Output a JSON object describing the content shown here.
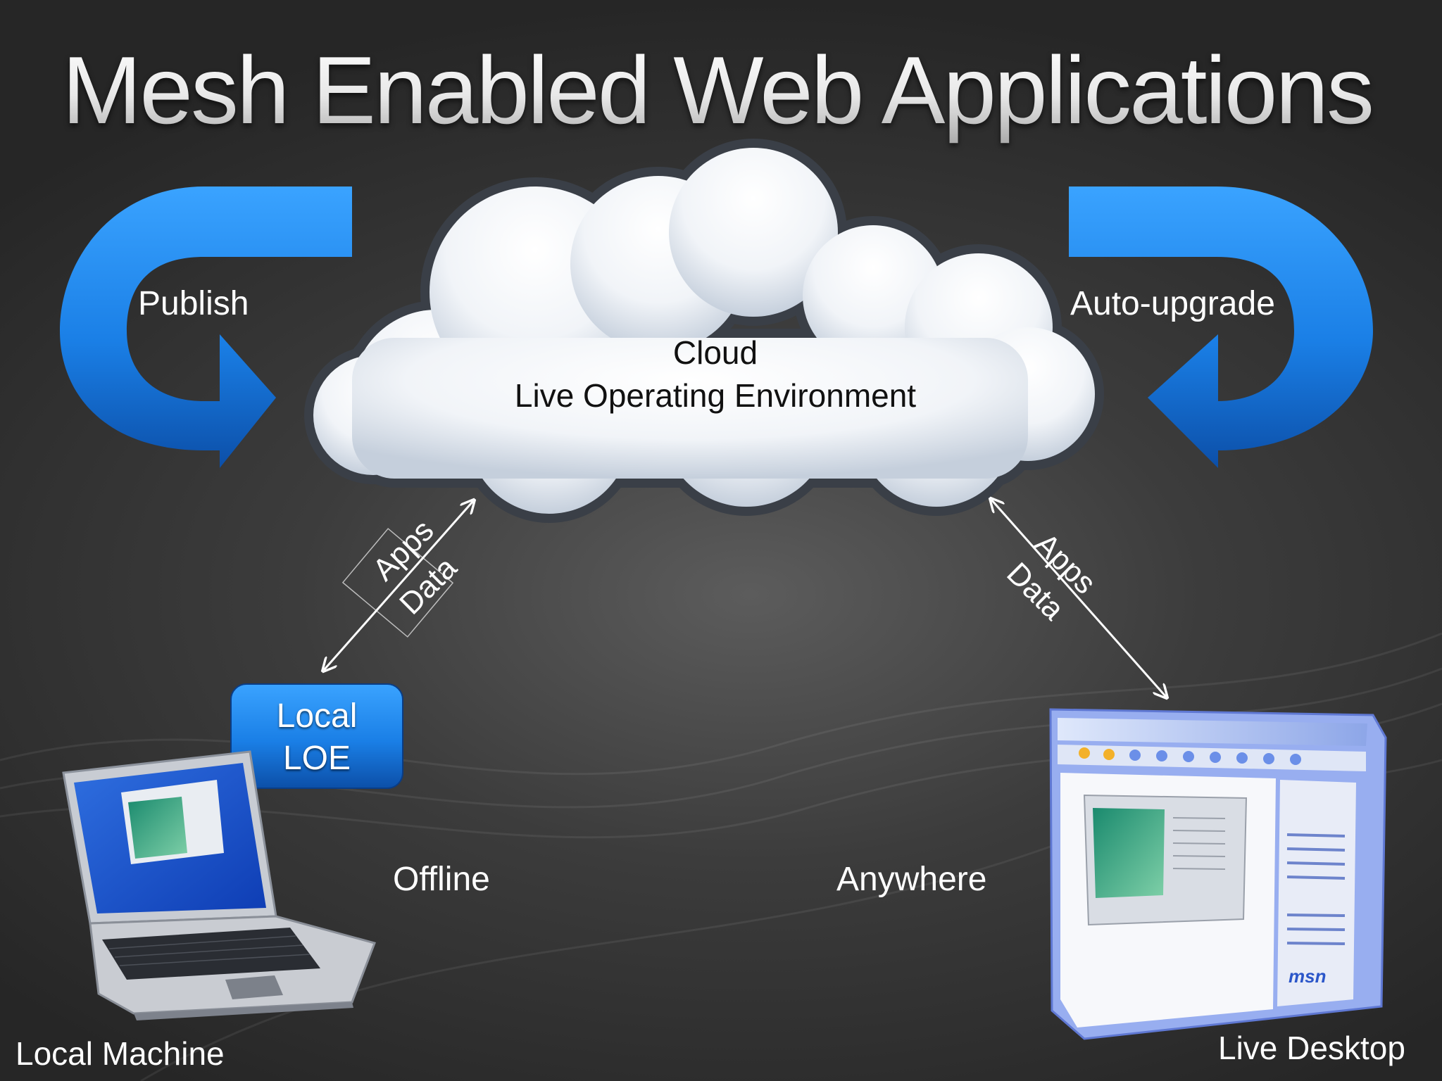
{
  "title": "Mesh Enabled Web Applications",
  "cloud": {
    "line1": "Cloud",
    "line2": "Live Operating Environment"
  },
  "labels": {
    "publish": "Publish",
    "auto_upgrade": "Auto-upgrade",
    "offline": "Offline",
    "anywhere": "Anywhere",
    "local_machine": "Local Machine",
    "live_desktop": "Live Desktop"
  },
  "local_loe": {
    "line1": "Local",
    "line2": "LOE"
  },
  "left_link": {
    "line1": "Apps",
    "line2": "Data"
  },
  "right_link": {
    "line1": "Apps",
    "line2": "Data"
  },
  "live_desktop_logo": "msn",
  "colors": {
    "arrow_blue": "#1a7fe6",
    "badge_blue": "#1a78e0",
    "cloud_shadow": "#c8d2e0"
  }
}
